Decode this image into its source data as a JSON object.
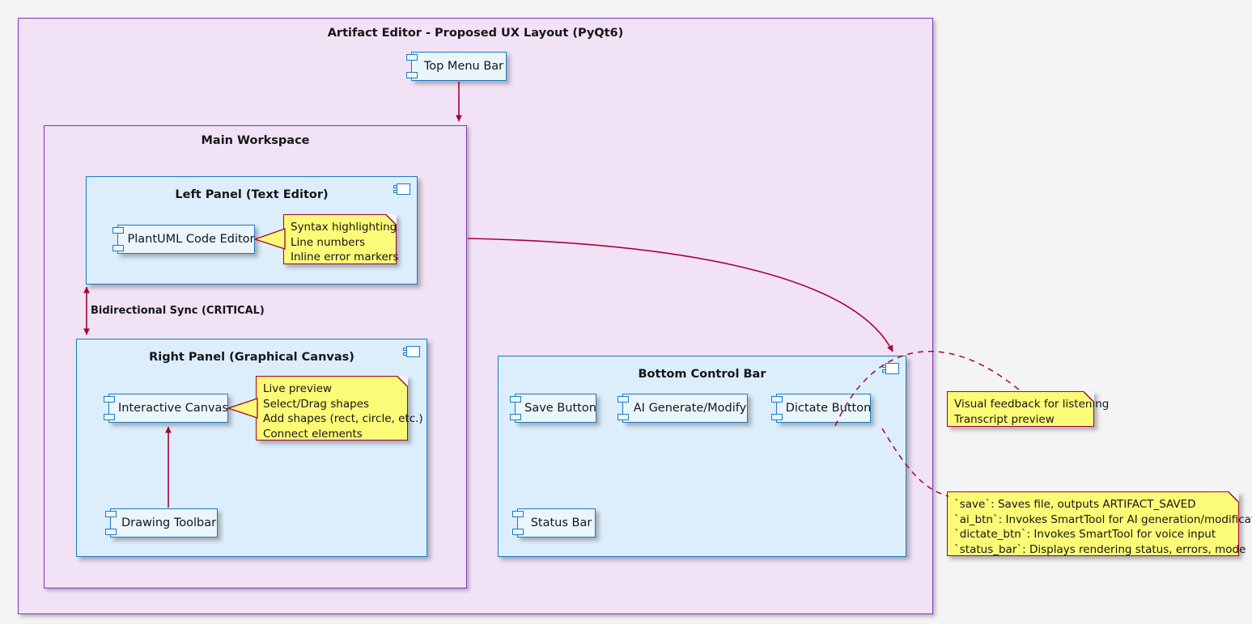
{
  "diagram": {
    "type": "uml-component-diagram",
    "title": "Artifact Editor - Proposed UX Layout (PyQt6)",
    "canvas_background": "#f4f4f4",
    "colors": {
      "package_fill": "#F1E2F5",
      "package_border": "#7A32C8",
      "panel_fill": "#DCEEFB",
      "panel_border": "#1A7BC4",
      "node_fill": "#EAF5FC",
      "node_border": "#1A7BC4",
      "note_fill": "#FBFB77",
      "note_border": "#A80036",
      "edge": "#A80036"
    }
  },
  "packages": {
    "root": {
      "title": "Artifact Editor - Proposed UX Layout (PyQt6)"
    },
    "workspace": {
      "title": "Main Workspace"
    }
  },
  "panels": {
    "left_panel": {
      "title": "Left Panel (Text Editor)"
    },
    "right_panel": {
      "title": "Right Panel (Graphical Canvas)"
    },
    "bottom_bar": {
      "title": "Bottom Control Bar"
    }
  },
  "components": {
    "top_menu_bar": "Top Menu Bar",
    "code_editor": "PlantUML Code Editor",
    "interactive_canvas": "Interactive Canvas",
    "drawing_toolbar": "Drawing Toolbar",
    "save_button": "Save Button",
    "ai_button": "AI Generate/Modify",
    "dictate_button": "Dictate Button",
    "status_bar": "Status Bar"
  },
  "notes": {
    "editor_note": {
      "lines": [
        "Syntax highlighting",
        "Line numbers",
        "Inline error markers"
      ]
    },
    "canvas_note": {
      "lines": [
        "Live preview",
        "Select/Drag shapes",
        "Add shapes (rect, circle, etc.)",
        "Connect elements"
      ]
    },
    "dictate_note": {
      "lines": [
        "Visual feedback for listening",
        "Transcript preview"
      ]
    },
    "controls_note": {
      "lines": [
        "`save`: Saves file, outputs ARTIFACT_SAVED",
        "`ai_btn`: Invokes SmartTool for AI generation/modification",
        "`dictate_btn`: Invokes SmartTool for voice input",
        "`status_bar`: Displays rendering status, errors, mode"
      ]
    }
  },
  "edges": {
    "sync_label": "Bidirectional Sync (CRITICAL)"
  }
}
